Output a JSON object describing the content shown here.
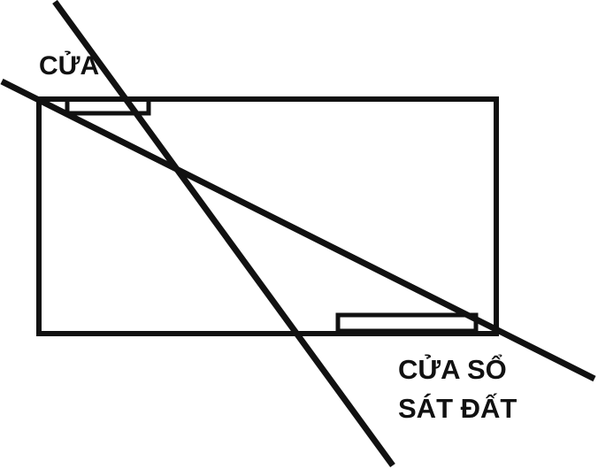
{
  "labels": {
    "door": "CỬA",
    "window_line1": "CỬA SỔ",
    "window_line2": "SÁT ĐẤT"
  },
  "colors": {
    "stroke": "#111111",
    "background": "#ffffff"
  }
}
